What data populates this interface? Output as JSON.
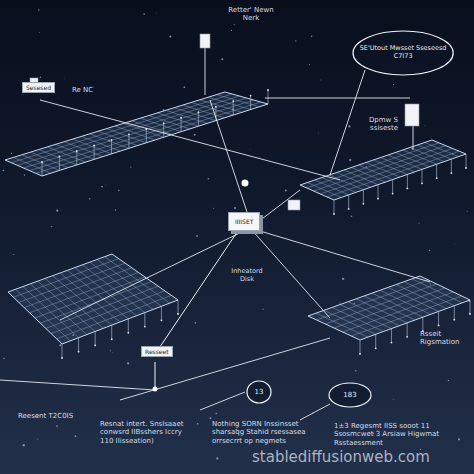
{
  "diagram": {
    "nodes": [
      {
        "text": [
          "Sesesed"
        ]
      },
      {
        "text": [
          "SE'Utout Mwsset Sseseesd C7I73"
        ]
      },
      {
        "text": [
          "IIIISET"
        ]
      },
      {
        "text": [
          "Resseet"
        ]
      },
      {
        "text": [
          "13"
        ]
      },
      {
        "text": [
          "183"
        ]
      }
    ],
    "edges": [
      {
        "from": 2,
        "to": 3,
        "arrow": "none"
      }
    ],
    "labels": [
      "Retter' Newn Nerk",
      "Re NC",
      "Dpmw S ssiseste",
      "Inheatord Disk",
      "Rsseit Rigsmation",
      "Reesent T2C0IS",
      "Resnat intert. Snslsaaet conwsrd IIBsshers Iccry 110 IIisseation)",
      "Nothing SORN Inssinsset sharsaqg Stahid rsessasea orrsecrrt op negmets",
      "1±3 Regesmt IISS sooot 11 Ssosmcwet 3 Arsiaw Higwmat Rsstaessment",
      "stablediffusionweb.com"
    ]
  }
}
